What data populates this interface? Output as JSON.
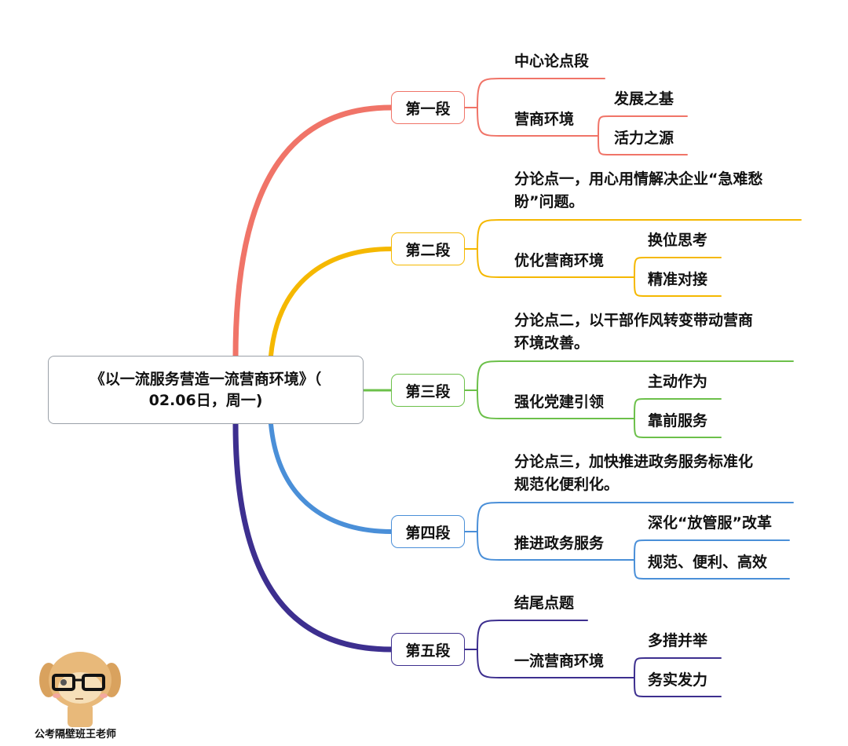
{
  "root": {
    "line1": "《以一流服务营造一流营商环境》（",
    "line2": "02.06日，周一)"
  },
  "sections": [
    {
      "node": "第一段",
      "color": "#f07468",
      "top": [
        "中心论点段"
      ],
      "mid": "营商环境",
      "leaves": [
        "发展之基",
        "活力之源"
      ]
    },
    {
      "node": "第二段",
      "color": "#f5b800",
      "top": [
        "分论点一，用心用情解决企业“急难愁",
        "盼”问题。"
      ],
      "mid": "优化营商环境",
      "leaves": [
        "换位思考",
        "精准对接"
      ]
    },
    {
      "node": "第三段",
      "color": "#6cc04a",
      "top": [
        "分论点二，以干部作风转变带动营商",
        "环境改善。"
      ],
      "mid": "强化党建引领",
      "leaves": [
        "主动作为",
        "靠前服务"
      ]
    },
    {
      "node": "第四段",
      "color": "#4a8fd8",
      "top": [
        "分论点三，加快推进政务服务标准化",
        "规范化便利化。"
      ],
      "mid": "推进政务服务",
      "leaves": [
        "深化“放管服”改革",
        "规范、便利、高效"
      ]
    },
    {
      "node": "第五段",
      "color": "#3d2f8f",
      "top": [
        "结尾点题"
      ],
      "mid": "一流营商环境",
      "leaves": [
        "多措并举",
        "务实发力"
      ]
    }
  ],
  "watermark": {
    "caption": "公考隔壁班王老师"
  }
}
